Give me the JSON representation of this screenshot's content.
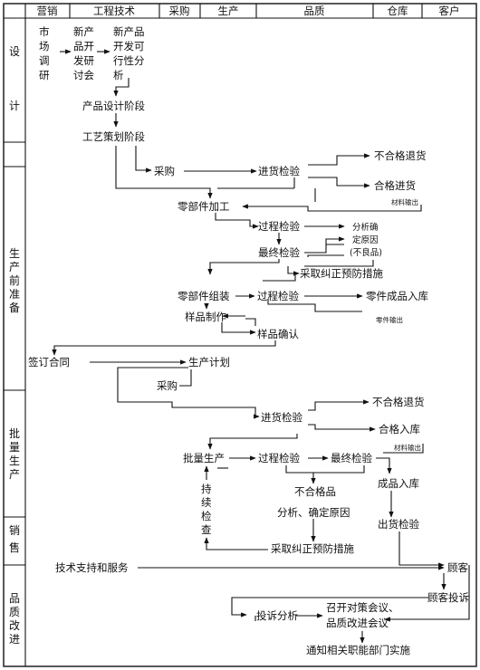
{
  "columns": [
    "营销",
    "工程技术",
    "采购",
    "生产",
    "品质",
    "仓库",
    "客户"
  ],
  "phases": {
    "design": [
      "设",
      "计"
    ],
    "preprod": [
      "生",
      "产",
      "前",
      "准",
      "备"
    ],
    "mass": [
      "批",
      "量",
      "生",
      "产"
    ],
    "sales": [
      "销",
      "售"
    ],
    "improve": [
      "品",
      "质",
      "改",
      "进"
    ]
  },
  "nodes": {
    "market_research": [
      "市",
      "场",
      "调",
      "研"
    ],
    "new_product_seminar": [
      "新产",
      "品开",
      "发研",
      "讨会"
    ],
    "feasibility": [
      "新产品",
      "开发可",
      "行性分",
      "析"
    ],
    "product_design": "产品设计阶段",
    "process_planning": "工艺策划阶段",
    "purchase": "采购",
    "incoming_inspection": "进货检验",
    "reject_return": "不合格退货",
    "accept_stock": "合格进货",
    "material_out": "材料输出",
    "parts_processing": "零部件加工",
    "in_process_inspection": "过程检验",
    "final_inspection": "最终检验",
    "analyze_cause": [
      "分析确",
      "定原因",
      "(不良品)"
    ],
    "corrective_action": "采取纠正预防措施",
    "parts_assembly": "零部件组装",
    "in_process_inspection_2": "过程检验",
    "parts_finished_stock": "零件成品入库",
    "parts_out": "零件输出",
    "sample_making": "样品制作",
    "sample_confirm": "样品确认",
    "sign_contract": "签订合同",
    "production_plan": "生产计划",
    "purchase_2": "采购",
    "incoming_inspection_2": "进货检验",
    "reject_return_2": "不合格退货",
    "accept_stock_2": "合格入库",
    "material_out_2": "材料输出",
    "mass_production": "批量生产",
    "in_process_inspection_3": "过程检验",
    "final_inspection_2": "最终检验",
    "nonconforming": "不合格品",
    "analyze_cause_2": "分析、确定原因",
    "corrective_action_2": "采取纠正预防措施",
    "continuous_check": [
      "持",
      "续",
      "检",
      "查"
    ],
    "finished_stock": "成品入库",
    "outgoing_inspection": "出货检验",
    "tech_support": "技术支持和服务",
    "customer": "顾客",
    "customer_complaint": "顾客投诉",
    "complaint_analysis": "投诉分析",
    "meetings": [
      "召开对策会议、",
      "品质改进会议"
    ],
    "notify_departments": "通知相关职能部门实施"
  }
}
